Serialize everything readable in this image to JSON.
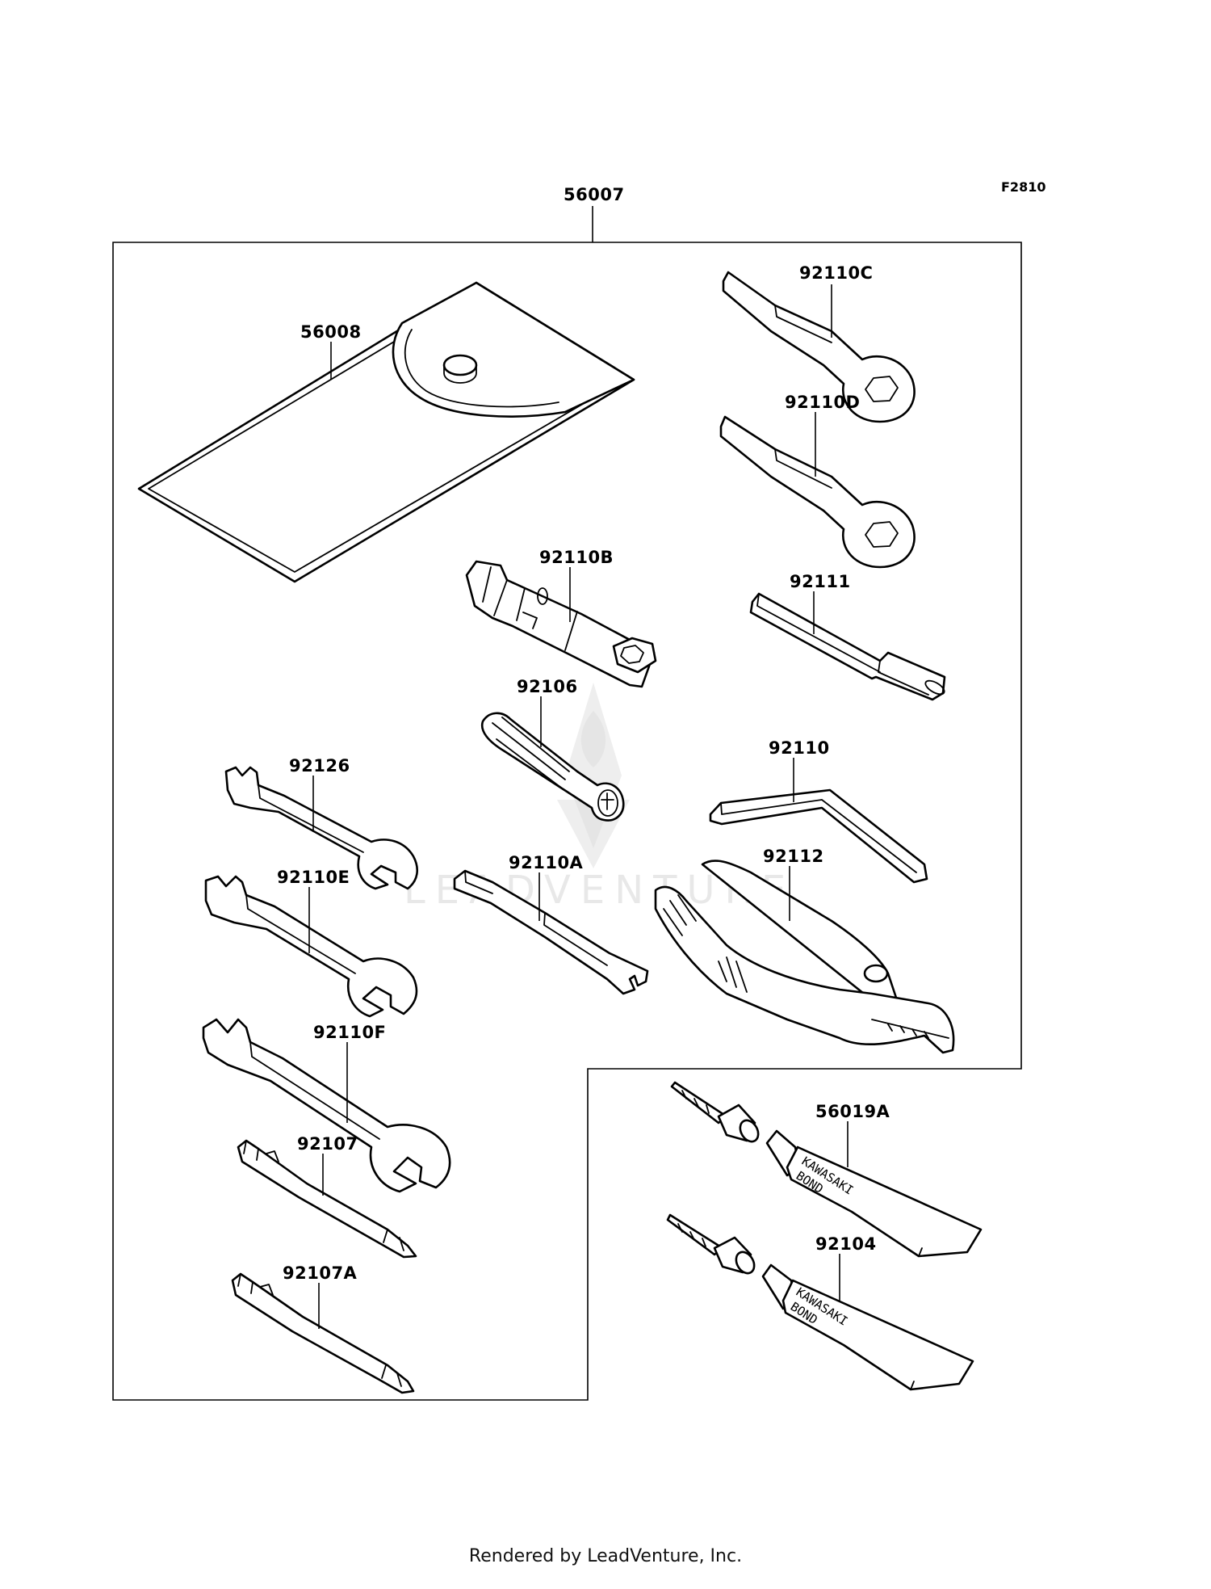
{
  "figure_code": "F2810",
  "watermark_text": "LEADVENTURE",
  "footer_text": "Rendered by LeadVenture, Inc.",
  "tube_brand": [
    "KAWASAKI",
    "BOND"
  ],
  "parts": [
    {
      "id": "56007",
      "label": "56007",
      "name": "tool-kit-set"
    },
    {
      "id": "56008",
      "label": "56008",
      "name": "tool-pouch"
    },
    {
      "id": "92110C",
      "label": "92110C",
      "name": "box-wrench-c"
    },
    {
      "id": "92110D",
      "label": "92110D",
      "name": "box-wrench-d"
    },
    {
      "id": "92110B",
      "label": "92110B",
      "name": "plug-wrench"
    },
    {
      "id": "92111",
      "label": "92111",
      "name": "handle-bar"
    },
    {
      "id": "92106",
      "label": "92106",
      "name": "socket-adapter"
    },
    {
      "id": "92110",
      "label": "92110",
      "name": "hex-key"
    },
    {
      "id": "92126",
      "label": "92126",
      "name": "open-wrench-small"
    },
    {
      "id": "92110A",
      "label": "92110A",
      "name": "spoke-wrench"
    },
    {
      "id": "92112",
      "label": "92112",
      "name": "pliers"
    },
    {
      "id": "92110E",
      "label": "92110E",
      "name": "open-wrench-medium"
    },
    {
      "id": "92110F",
      "label": "92110F",
      "name": "open-wrench-large"
    },
    {
      "id": "56019A",
      "label": "56019A",
      "name": "bond-tube-a"
    },
    {
      "id": "92107",
      "label": "92107",
      "name": "screwdriver-bit"
    },
    {
      "id": "92104",
      "label": "92104",
      "name": "bond-tube"
    },
    {
      "id": "92107A",
      "label": "92107A",
      "name": "screwdriver-bit-a"
    }
  ]
}
